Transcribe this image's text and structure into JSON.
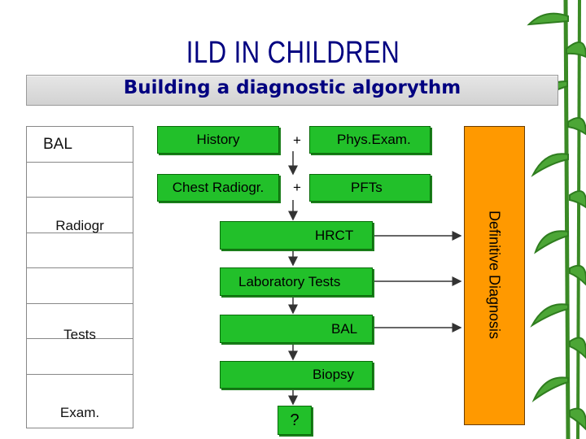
{
  "slide": {
    "title": "ILD IN CHILDREN",
    "subtitle": "Building a diagnostic algorythm"
  },
  "left_column": {
    "labels": [
      "BAL",
      "Radiogr",
      "Tests",
      "Exam."
    ]
  },
  "flow": {
    "history": "History",
    "plus_1": "+",
    "phys_exam": "Phys.Exam.",
    "chest_radiogr": "Chest Radiogr.",
    "plus_2": "+",
    "pfts": "PFTs",
    "hrct": "HRCT",
    "laboratory_tests": "Laboratory Tests",
    "bal": "BAL",
    "biopsy": "Biopsy",
    "question": "?"
  },
  "outcome": {
    "label": "Definitive Diagnosis"
  },
  "colors": {
    "title": "#000080",
    "box_fill": "#22c02a",
    "outcome_fill": "#ff9900",
    "banner_fill": "#dcdcdc",
    "bamboo_green": "#3f9a2a"
  }
}
